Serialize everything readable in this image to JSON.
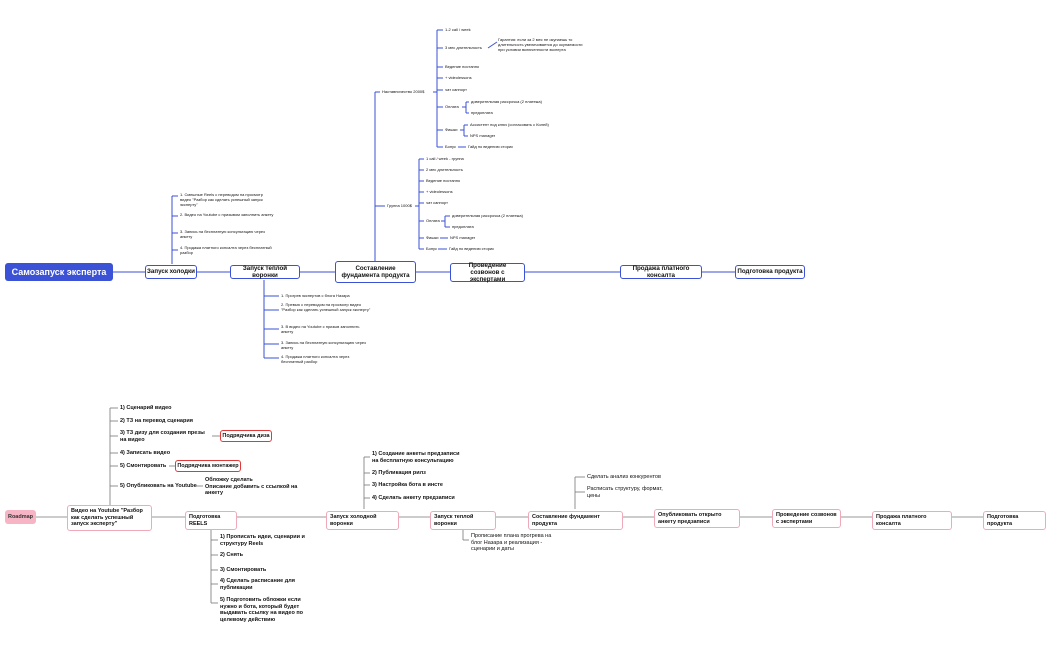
{
  "top": {
    "root": "Самозапуск эксперта",
    "stages": [
      "Запуск холодки",
      "Запуск теплой воронки",
      "Составление фундамента продукта",
      "Проведение созвонов с экспертами",
      "Продажа платного консалта",
      "Подготовка продукта"
    ],
    "cold": [
      "1. Смешные Reels с переводом на просмотр видео \"Разбор как сделать успешный запуск эксперту\"",
      "2. Видео на Youtube с призывом заполнить анкету",
      "3. Запись на бесплатную консультацию через анкету",
      "4. Продажа платного консалта через бесплатный разбор"
    ],
    "warm": [
      "1. Прогрев экспертов с блога Назара",
      "2. Превью с переводом на просмотр видео \"Разбор как сделать успешный запуск эксперту\"",
      "3. В видео на Youtube с призыв заполнить анкету",
      "3. Запись на бесплатную консультацию через анкету",
      "4. Продажа платного консалта через бесплатный разбор"
    ],
    "mentor": {
      "label": "Наставничество 2000$",
      "items": [
        "1-2 call / week",
        "3 мес длительность",
        "Ведение постапно",
        "+ videolessons",
        "чат саппорт",
        "Оплата",
        "Фишки",
        "Бонус"
      ],
      "guarantee": "Гарантия: если за 2 мес не окупаешь то длительность увеличивается до окупаемости при условии включенности эксперта",
      "payment": [
        "доверительная рассрочка (2 платежа)",
        "предоплата"
      ],
      "features": [
        "Ассистент под ключ (согласовать с Колей)",
        "NPS manager"
      ],
      "bonus": "Гайд по ведению сторис"
    },
    "group": {
      "label": "Группа 1000$",
      "items": [
        "1 call / week - группа",
        "2 мес длительность",
        "Ведение постапно",
        "+ videolessons",
        "чат саппорт",
        "Оплата",
        "Фишки",
        "Бонус"
      ],
      "payment": [
        "доверительная рассрочка (2 платежа)",
        "предоплата"
      ],
      "features": [
        "NPS manager"
      ],
      "bonus": "Гайд по ведению сторис"
    }
  },
  "bottom": {
    "root": "Roadmap",
    "stages": [
      "Видео на Youtube \"Разбор как сделать успешный запуск эксперту\"",
      "Подготовка REELS",
      "Запуск холодной воронки",
      "Запуск теплой воронки",
      "Составление фундамент продукта",
      "Опубликовать открыто анкету предзаписи",
      "Проведение созвонов с экспертами",
      "Продажа платного консалта",
      "Подготовка продукта"
    ],
    "video_steps": [
      "1) Сценарий видео",
      "2) ТЗ на перевод сценария",
      "3) ТЗ дизу для создания презы на видео",
      "4) Записать видео",
      "5) Смонтировать",
      "5) Опубликовать на Youtube"
    ],
    "design_help": "Подрядчика диза",
    "montage_help": "Подрядчика монтажер",
    "publish_note": "Обложку сделать\nОписание добавить с ссылкой на анкету",
    "reels_steps": [
      "1) Прописать идеи, сценарии и структуру Reels",
      "2) Снять",
      "3) Смонтировать",
      "4) Сделать расписание для публикации",
      "5) Подготовить обложки если нужно и бота, который будет выдавать ссылку на видео по целевому действию"
    ],
    "cold_steps": [
      "1) Создание анкеты предзаписи на бесплатную консультацию",
      "2) Публикация рилз",
      "3) Настройка бота в инсте",
      "4) Сделать анкету предзаписи"
    ],
    "warm_note": "Прописание плана прогрева на блог Назара и реализация - сценарии и даты",
    "foundation_steps": [
      "Сделать анализ конкурентов",
      "Расписать структуру, формат, цены"
    ]
  },
  "colors": {
    "blue": "#3b52d6",
    "pink": "#f7b4c4",
    "pink_border": "#f0a9b8",
    "red": "#e0393a"
  }
}
